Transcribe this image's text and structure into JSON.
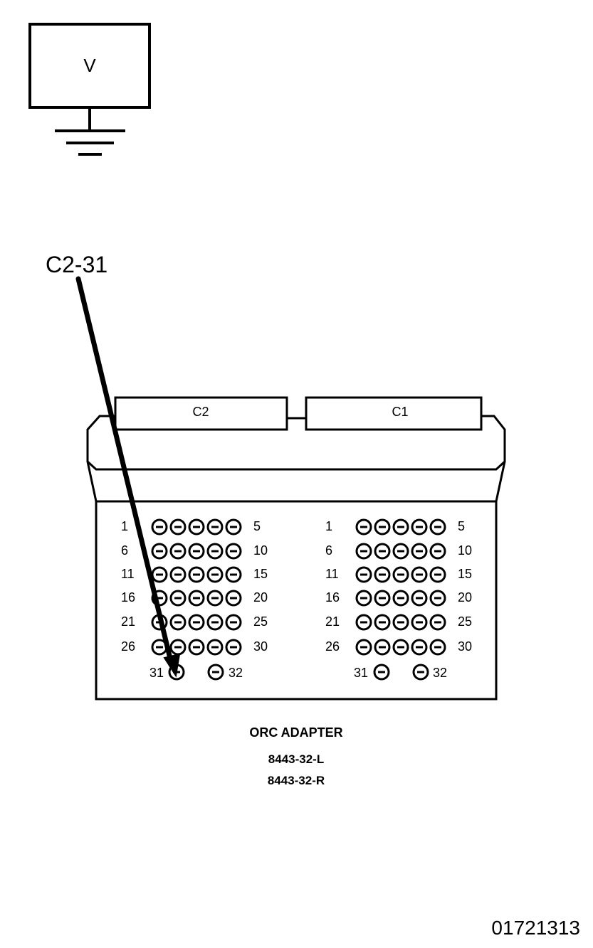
{
  "meter": {
    "label": "V"
  },
  "callout": {
    "label": "C2-31"
  },
  "connectors": [
    {
      "name": "C2",
      "row_labels": [
        {
          "left": "1",
          "right": "5"
        },
        {
          "left": "6",
          "right": "10"
        },
        {
          "left": "11",
          "right": "15"
        },
        {
          "left": "16",
          "right": "20"
        },
        {
          "left": "21",
          "right": "25"
        },
        {
          "left": "26",
          "right": "30"
        }
      ],
      "bottom_labels": {
        "left": "31",
        "right": "32"
      }
    },
    {
      "name": "C1",
      "row_labels": [
        {
          "left": "1",
          "right": "5"
        },
        {
          "left": "6",
          "right": "10"
        },
        {
          "left": "11",
          "right": "15"
        },
        {
          "left": "16",
          "right": "20"
        },
        {
          "left": "21",
          "right": "25"
        },
        {
          "left": "26",
          "right": "30"
        }
      ],
      "bottom_labels": {
        "left": "31",
        "right": "32"
      }
    }
  ],
  "caption": {
    "title": "ORC ADAPTER",
    "part_left": "8443-32-L",
    "part_right": "8443-32-R"
  },
  "figure_id": "01721313",
  "colors": {
    "line": "#000000",
    "background": "#ffffff"
  }
}
